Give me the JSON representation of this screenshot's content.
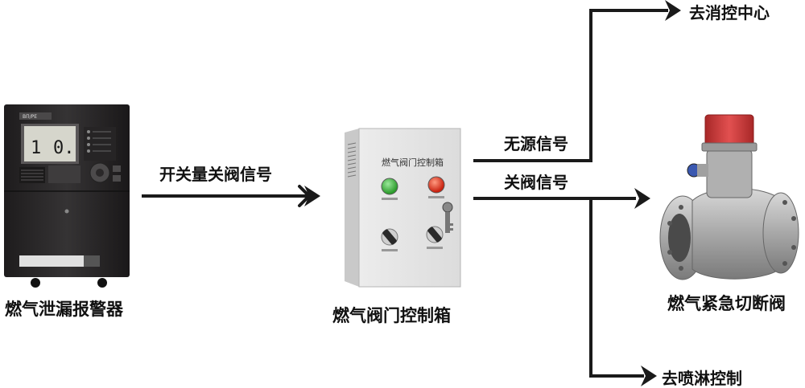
{
  "nodes": {
    "detector": {
      "label": "燃气泄漏报警器",
      "brand": "ВП/РЕ",
      "lcd_left": "1",
      "lcd_right": "0."
    },
    "control_box": {
      "label": "燃气阀门控制箱",
      "panel_title": "燃气阀门控制箱"
    },
    "valve": {
      "label": "燃气紧急切断阀"
    }
  },
  "edges": {
    "detector_to_box": "开关量关阀信号",
    "passive_signal": "无源信号",
    "close_valve_signal": "关阀信号"
  },
  "destinations": {
    "fire_center": "去消控中心",
    "sprinkler": "去喷淋控制"
  },
  "colors": {
    "detector_body": "#2c2a2b",
    "box_body": "#e4e4e4",
    "green_button": "#3cb43c",
    "red_button": "#e03020",
    "valve_cap": "#d43c3c",
    "valve_body": "#b8b8b8",
    "arrow": "#1a1a1a"
  }
}
